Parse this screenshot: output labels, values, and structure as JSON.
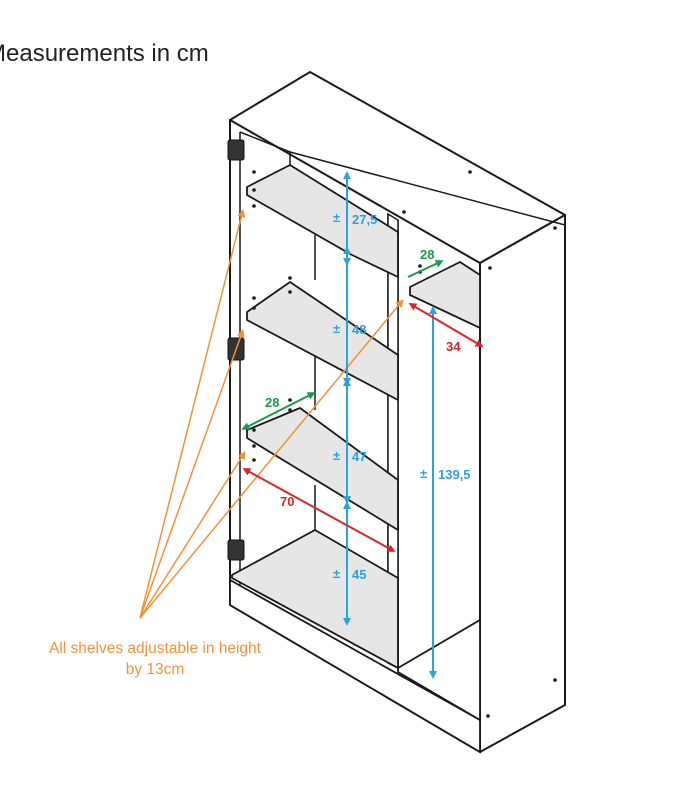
{
  "title": "Measurements in cm",
  "note": {
    "line1": "All shelves adjustable in height",
    "line2": "by 13cm"
  },
  "dimensions": {
    "gap_top": "27,5",
    "gap_2": "48",
    "gap_3": "47",
    "gap_bottom": "45",
    "right_height": "139,5",
    "depth_left": "28",
    "depth_right": "28",
    "width_left": "70",
    "width_right": "34",
    "plusminus": "±"
  },
  "colors": {
    "blue": "#2aa3dc",
    "green": "#1a9a4a",
    "red": "#d8262e",
    "orange": "#f0923a",
    "outline": "#1a1a1a",
    "shelf": "#e6e6e6"
  }
}
